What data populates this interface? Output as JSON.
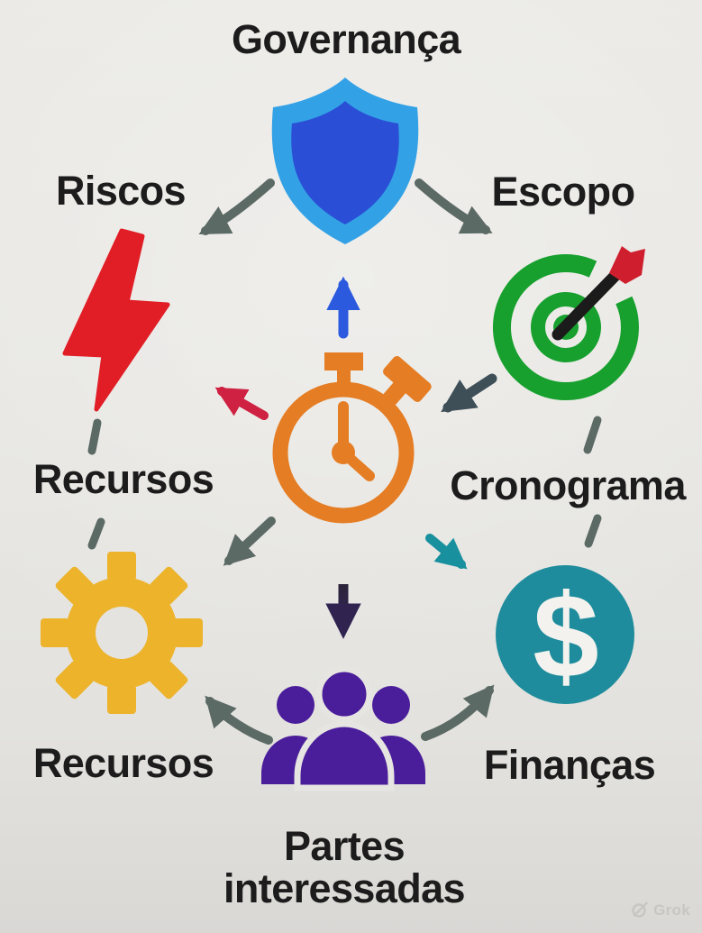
{
  "page": {
    "background": "#e7e6e2",
    "text_color": "#1c1c1c"
  },
  "glyphs": {
    "dollar": "$"
  },
  "nodes": [
    {
      "label": "Governança",
      "icon": "shield-icon",
      "position": "top",
      "icon_colors": [
        "#33a1e6",
        "#2a4ed6"
      ]
    },
    {
      "label": "Escopo",
      "icon": "target-dart-icon",
      "position": "upper-right",
      "icon_colors": [
        "#17a02e",
        "#1b1b1b",
        "#cf1f2e"
      ]
    },
    {
      "label": "Cronograma",
      "icon": "stopwatch-icon",
      "position": "right",
      "icon_colors": [
        "#e57d24"
      ]
    },
    {
      "label": "Finanças",
      "icon": "dollar-circle-icon",
      "position": "lower-right",
      "icon_colors": [
        "#1e8c9c",
        "#f3f2ee"
      ]
    },
    {
      "label": "Partes interessadas",
      "icon": "people-group-icon",
      "position": "bottom",
      "icon_colors": [
        "#4a1d9a"
      ]
    },
    {
      "label": "Recursos",
      "icon": "gear-icon",
      "position": "lower-left",
      "icon_colors": [
        "#ecb32b"
      ]
    },
    {
      "label": "Recursos",
      "icon": "",
      "position": "left",
      "icon_colors": []
    },
    {
      "label": "Riscos",
      "icon": "lightning-icon",
      "position": "upper-left",
      "icon_colors": [
        "#e11d26"
      ]
    }
  ],
  "center": {
    "icon": "stopwatch-icon",
    "color": "#e57d24"
  },
  "arrows": [
    {
      "from": "governanca",
      "to": "riscos",
      "color": "#5c6a66",
      "style": "curved"
    },
    {
      "from": "governanca",
      "to": "escopo",
      "color": "#5c6a66",
      "style": "curved"
    },
    {
      "from": "escopo",
      "to": "center-stopwatch",
      "color": "#3e4f58",
      "style": "straight"
    },
    {
      "from": "center-stopwatch",
      "to": "governanca",
      "color": "#2b5adf",
      "style": "straight"
    },
    {
      "from": "center-stopwatch",
      "to": "riscos",
      "color": "#cf2142",
      "style": "straight"
    },
    {
      "from": "center-stopwatch",
      "to": "recursos",
      "color": "#5c6a66",
      "style": "straight"
    },
    {
      "from": "center-stopwatch",
      "to": "financas",
      "color": "#19909e",
      "style": "straight"
    },
    {
      "from": "center-stopwatch",
      "to": "partes-interessadas",
      "color": "#302350",
      "style": "straight"
    },
    {
      "from": "partes-interessadas",
      "to": "recursos",
      "color": "#5c6a66",
      "style": "curved"
    },
    {
      "from": "partes-interessadas",
      "to": "financas",
      "color": "#5c6a66",
      "style": "curved"
    }
  ],
  "dashed_ring": {
    "color": "#5c6a66",
    "segment_count": 4
  },
  "watermark": {
    "label": "Grok",
    "icon": "grok-logo-icon",
    "color": "#c7c6c3"
  }
}
